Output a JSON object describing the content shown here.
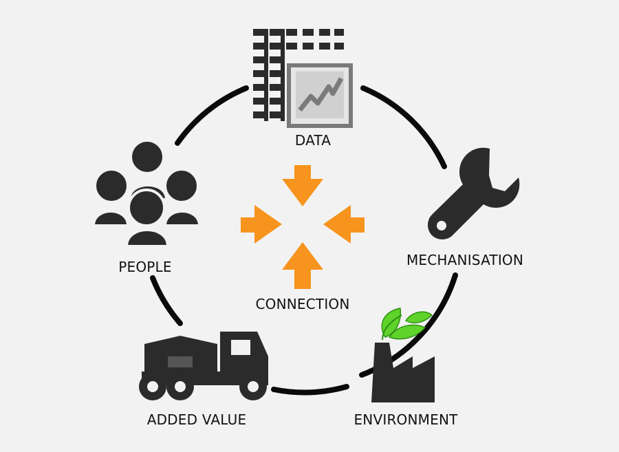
{
  "nodes": {
    "data": {
      "label": "DATA",
      "icon": "data-table-chart-icon"
    },
    "mechanisation": {
      "label": "MECHANISATION",
      "icon": "wrench-icon"
    },
    "environment": {
      "label": "ENVIRONMENT",
      "icon": "factory-leaves-icon"
    },
    "added_value": {
      "label": "ADDED VALUE",
      "icon": "truck-icon"
    },
    "people": {
      "label": "PEOPLE",
      "icon": "people-group-icon"
    },
    "connection": {
      "label": "CONNECTION",
      "icon": "converging-arrows-icon"
    }
  },
  "colors": {
    "background": "#f2f2f2",
    "ring": "#0a0a0a",
    "icon_dark": "#2b2b2b",
    "accent_orange": "#f7941d",
    "leaf_green": "#4cc417",
    "chart_frame": "#7a7a7a"
  }
}
